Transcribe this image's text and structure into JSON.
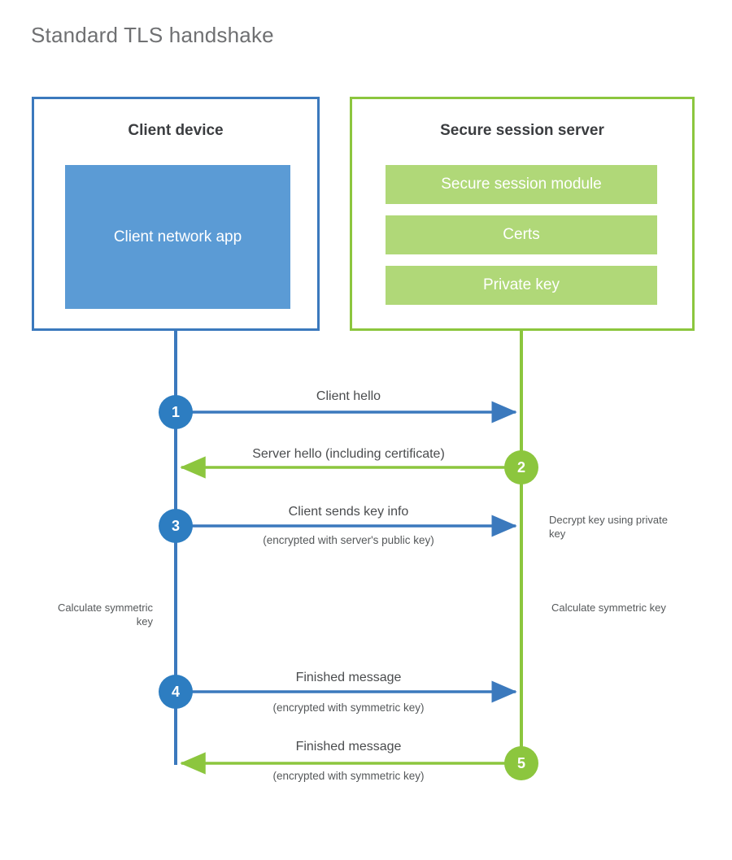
{
  "title": "Standard TLS handshake",
  "colors": {
    "client_border": "#3b79bd",
    "client_line": "#3b79bd",
    "client_fill": "#5b9bd5",
    "server_border": "#8cc63e",
    "server_line": "#8cc63e",
    "server_fill": "#b0d878",
    "title_text": "#6f7072",
    "body_text": "#4a4c4e"
  },
  "client": {
    "title": "Client device",
    "app_label": "Client network app"
  },
  "server": {
    "title": "Secure session server",
    "components": [
      {
        "label": "Secure session module"
      },
      {
        "label": "Certs"
      },
      {
        "label": "Private key"
      }
    ]
  },
  "steps": [
    {
      "number": "1",
      "label": "Client hello",
      "sublabel": "",
      "direction": "client-to-server",
      "color": "#3b79bd"
    },
    {
      "number": "2",
      "label": "Server hello (including certificate)",
      "sublabel": "",
      "direction": "server-to-client",
      "color": "#8cc63e"
    },
    {
      "number": "3",
      "label": "Client sends key info",
      "sublabel": "(encrypted with server's public key)",
      "direction": "client-to-server",
      "color": "#3b79bd"
    },
    {
      "number": "4",
      "label": "Finished message",
      "sublabel": "(encrypted with symmetric key)",
      "direction": "client-to-server",
      "color": "#3b79bd"
    },
    {
      "number": "5",
      "label": "Finished message",
      "sublabel": "(encrypted with symmetric key)",
      "direction": "server-to-client",
      "color": "#8cc63e"
    }
  ],
  "notes": {
    "server_decrypt": "Decrypt key using private key",
    "client_calculate": "Calculate symmetric key",
    "server_calculate": "Calculate symmetric key"
  }
}
